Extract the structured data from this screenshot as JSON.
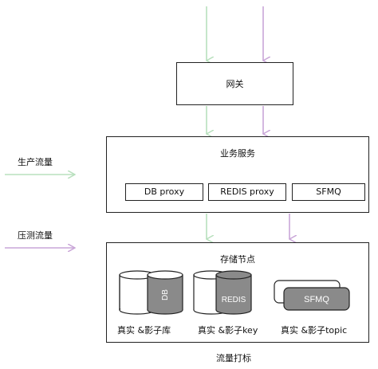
{
  "gateway": {
    "label": "网关"
  },
  "service": {
    "title": "业务服务",
    "proxies": [
      "DB proxy",
      "REDIS proxy",
      "SFMQ"
    ]
  },
  "storage": {
    "title": "存储节点",
    "db_icon_label": "DB",
    "redis_icon_label": "REDIS",
    "mq_icon_label": "SFMQ",
    "captions": [
      "真实 &影子库",
      "真实 &影子key",
      "真实 &影子topic"
    ]
  },
  "legend": {
    "production": "生产流量",
    "stress": "压测流量"
  },
  "footer": "流量打标",
  "colors": {
    "production": "#b8e0bd",
    "stress": "#c9a6d8",
    "shadow_fill": "#8a8a8a"
  }
}
